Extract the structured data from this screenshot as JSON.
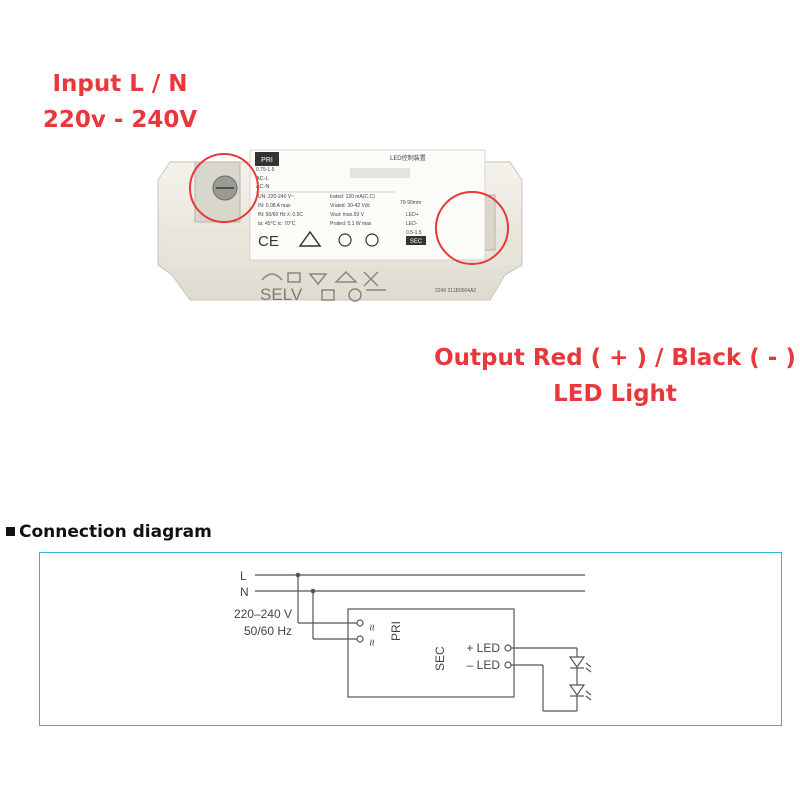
{
  "input_callout": {
    "line1": "Input L / N",
    "line2": "220v - 240V"
  },
  "output_callout": {
    "line1": "Output Red ( + ) / Black ( - )",
    "line2": "LED Light"
  },
  "product_label": {
    "pri": "PRI",
    "pri_range": "0.75-1.5",
    "ac_l": "AC-L",
    "ac_n": "AC-N",
    "title": "LED控制装置",
    "un": "UN: 220-240 V~",
    "rated": "Irated: 120 mA(C.C)",
    "in": "IN: 0.08 A max",
    "vrated": "Vrated: 30-42 Vdc",
    "fn": "fN: 50/60 Hz  λ: 0.5C",
    "vout": "Vout: max.59 V",
    "ta": "ta: 45°C  tc: 70°C",
    "prated": "Prated: 5.1 W max",
    "dims": "70-90mm",
    "led_plus": "LED+",
    "led_minus": "LED-",
    "sec_range": "0.5-1.5",
    "sec": "SEC",
    "ce": "CE",
    "selv": "SELV",
    "serial": "2246  211B0504A2"
  },
  "diagram": {
    "heading": "Connection diagram",
    "line_l": "L",
    "line_n": "N",
    "voltage": "220–240 V",
    "frequency": "50/60 Hz",
    "pri": "PRI",
    "sec": "SEC",
    "led_plus": "+ LED",
    "led_minus": "– LED"
  },
  "colors": {
    "callout_red": "#e8383b",
    "frame_blue": "#34b3d6",
    "connector_red": "#c62020"
  }
}
